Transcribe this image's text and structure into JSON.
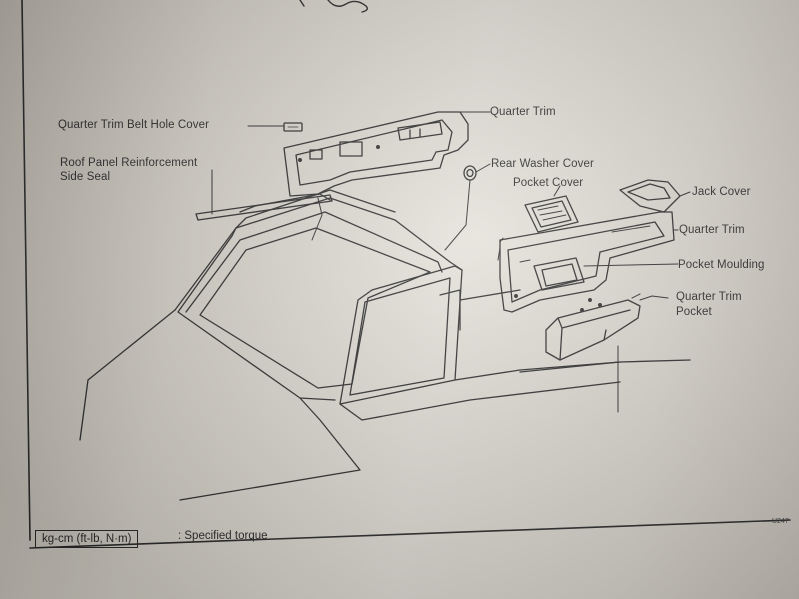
{
  "labels": {
    "quarter_trim_belt_hole_cover": "Quarter Trim Belt Hole Cover",
    "quarter_trim_top": "Quarter Trim",
    "roof_panel_line1": "Roof Panel Reinforcement",
    "roof_panel_line2": "Side Seal",
    "rear_washer_cover": "Rear Washer Cover",
    "pocket_cover": "Pocket Cover",
    "jack_cover": "Jack Cover",
    "quarter_trim_right": "Quarter Trim",
    "pocket_moulding": "Pocket Moulding",
    "quarter_trim_pocket_line1": "Quarter Trim",
    "quarter_trim_pocket_line2": "Pocket"
  },
  "legend": {
    "unit_box": "kg-cm (ft-lb, N·m)",
    "unit_desc": ": Specified torque"
  },
  "figure_code": "U247",
  "colors": {
    "ink": "#2b2b2b",
    "paper": "#e0ddd5"
  }
}
